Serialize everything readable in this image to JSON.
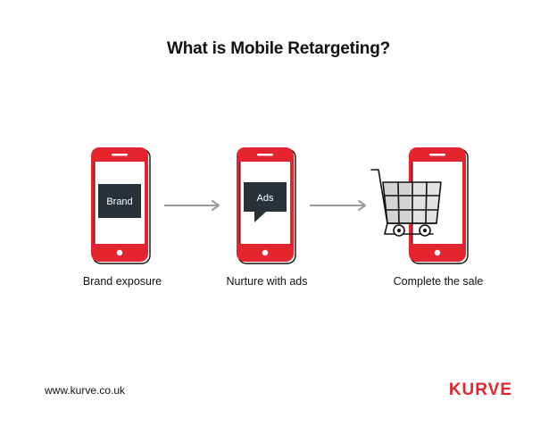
{
  "title": "What is Mobile Retargeting?",
  "steps": [
    {
      "caption": "Brand exposure",
      "screen_label": "Brand",
      "icon": "brand-square-icon"
    },
    {
      "caption": "Nurture with ads",
      "screen_label": "Ads",
      "icon": "speech-bubble-icon"
    },
    {
      "caption": "Complete the sale",
      "icon": "shopping-cart-icon"
    }
  ],
  "footer": {
    "url": "www.kurve.co.uk",
    "logo": "KURVE"
  },
  "colors": {
    "phone_red": "#e5252e",
    "dark_box": "#263238",
    "arrow_gray": "#9a9a9a",
    "cart_fill": "#d4d4d4"
  }
}
